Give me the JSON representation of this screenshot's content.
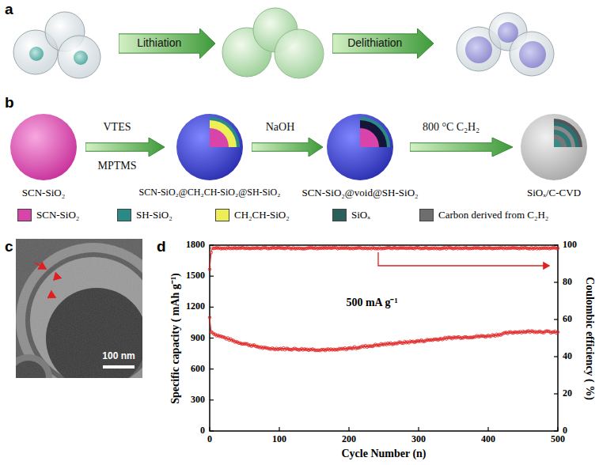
{
  "diagram": {
    "nodes": [
      {
        "text": [
          "Lithiation"
        ]
      },
      {
        "text": [
          "Delithiation"
        ]
      },
      {
        "text": [
          "VTES",
          "MPTMS"
        ]
      },
      {
        "text": [
          "NaOH"
        ]
      },
      {
        "text": [
          "800 °C C₂H₂"
        ]
      }
    ],
    "labels": [
      "a",
      "b",
      "c",
      "d",
      "SCN-SiO₂",
      "SCN-SiO₂@CH₂CH-SiO₂@SH-SiO₂",
      "SCN-SiO₂@void@SH-SiO₂",
      "SiOₓ/C-CVD",
      "100 nm",
      "500 mA g⁻¹",
      "Specific capacity ( mAh g⁻¹)",
      "Coulombic efficiency ( %)",
      "Cycle Number (n)",
      "0",
      "300",
      "600",
      "900",
      "1200",
      "1500",
      "1800",
      "0",
      "20",
      "40",
      "60",
      "80",
      "100",
      "0",
      "100",
      "200",
      "300",
      "400",
      "500"
    ],
    "legend": [
      {
        "text": "SCN-SiO₂",
        "color": "#d844aa"
      },
      {
        "text": "SH-SiO₂",
        "color": "#2a8a86"
      },
      {
        "text": "CH₂CH-SiO₂",
        "color": "#eeee55"
      },
      {
        "text": "SiOₓ",
        "color": "#2a5f5c"
      },
      {
        "text": "Carbon derived from C₂H₂",
        "color": "#6e6e6e"
      }
    ]
  }
}
